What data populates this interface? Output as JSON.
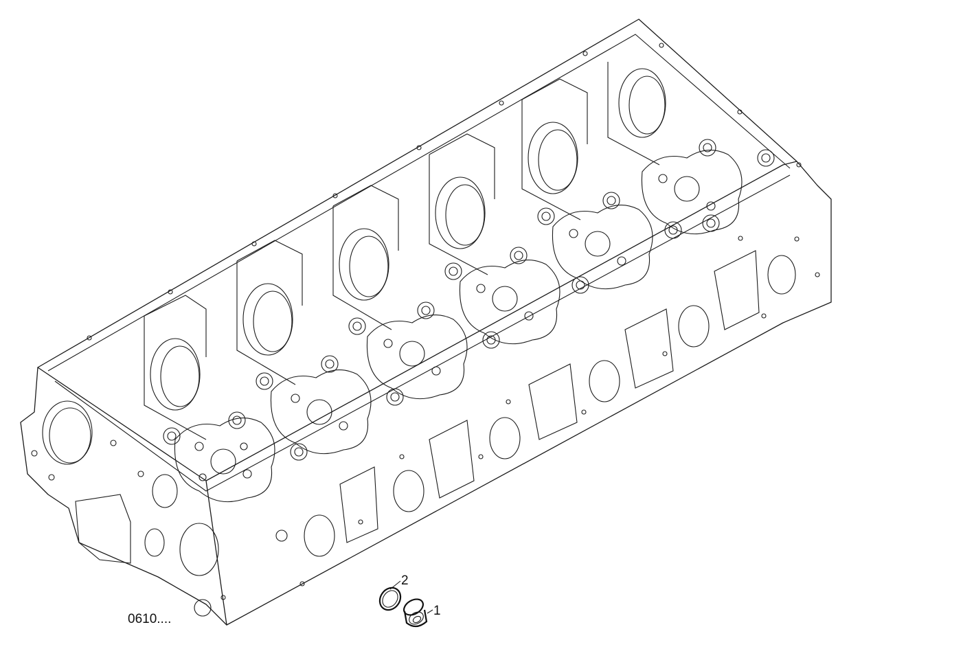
{
  "drawing": {
    "code": "0610....",
    "callouts": [
      {
        "id": "1",
        "label": "1"
      },
      {
        "id": "2",
        "label": "2"
      }
    ]
  }
}
